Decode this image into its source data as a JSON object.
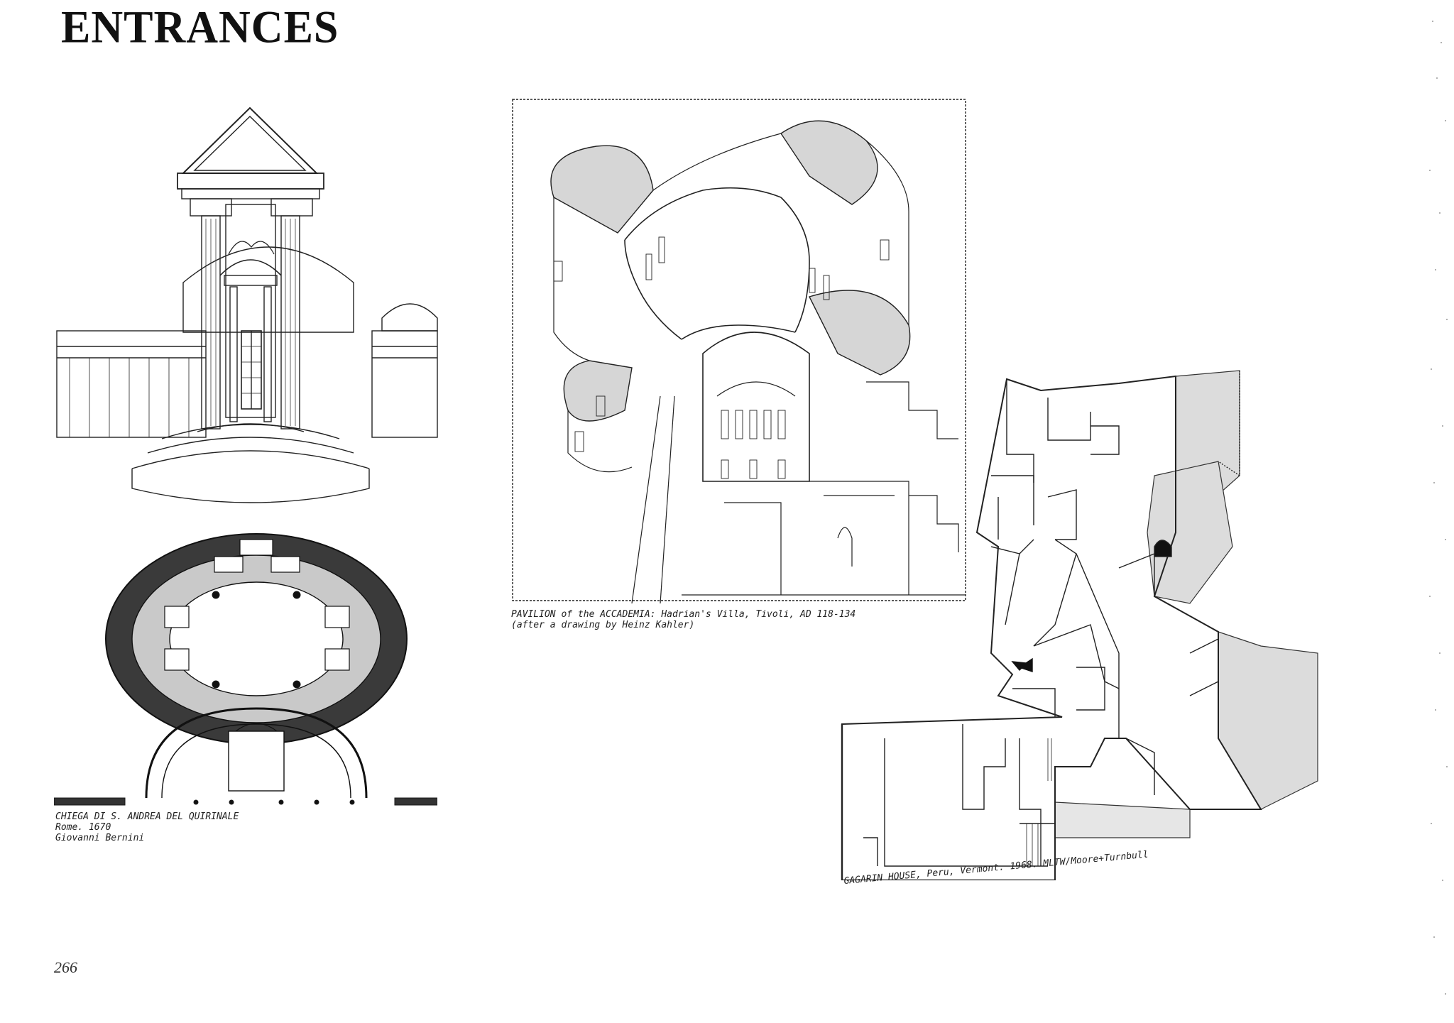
{
  "page": {
    "title": "ENTRANCES",
    "page_number": "266"
  },
  "figures": {
    "church_elevation": {
      "icon": "church-facade-sketch"
    },
    "church_plan": {
      "icon": "oval-church-plan",
      "caption_lines": [
        "CHIEGA DI S. ANDREA DEL QUIRINALE",
        "Rome. 1670",
        "Giovanni Bernini"
      ]
    },
    "pavilion": {
      "icon": "pavilion-axonometric-sketch",
      "caption_lines": [
        "PAVILION of the ACCADEMIA: Hadrian's Villa, Tivoli, AD 118-134",
        "(after a drawing by Heinz Kahler)"
      ]
    },
    "gagarin_house": {
      "icon": "house-floor-plan",
      "caption": "GAGARIN HOUSE, Peru, Vermont. 1968. MLTW/Moore+Turnbull"
    }
  }
}
